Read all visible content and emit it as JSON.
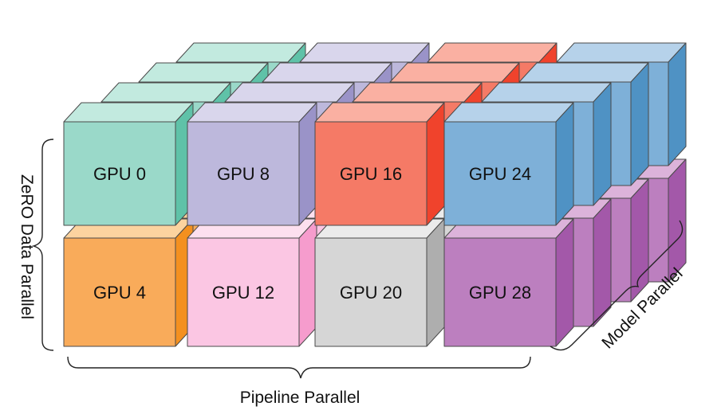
{
  "axes": {
    "pipeline": "Pipeline Parallel",
    "model": "Model Parallel",
    "data": "ZeRO Data Parallel"
  },
  "gpu_labels": {
    "g0": "GPU 0",
    "g8": "GPU 8",
    "g16": "GPU 16",
    "g24": "GPU 24",
    "g4": "GPU 4",
    "g12": "GPU 12",
    "g20": "GPU 20",
    "g28": "GPU 28"
  },
  "colors": {
    "teal": {
      "front": "#9ad9c9",
      "top": "#c2eadf",
      "side": "#5fc2a8"
    },
    "lavender": {
      "front": "#bdb8dc",
      "top": "#d9d6ec",
      "side": "#9a93c8"
    },
    "red": {
      "front": "#f57a66",
      "top": "#fab0a2",
      "side": "#f0432c"
    },
    "blue": {
      "front": "#7eb0d8",
      "top": "#b6d2ea",
      "side": "#4f92c4"
    },
    "orange": {
      "front": "#f9ab5a",
      "top": "#fcd39f",
      "side": "#f4901f"
    },
    "pink": {
      "front": "#fbc6e3",
      "top": "#fde0ef",
      "side": "#f69ccd"
    },
    "gray": {
      "front": "#d6d6d6",
      "top": "#ebebeb",
      "side": "#aeaeae"
    },
    "purple": {
      "front": "#bc7fbf",
      "top": "#dcb3da",
      "side": "#a358a9"
    }
  }
}
